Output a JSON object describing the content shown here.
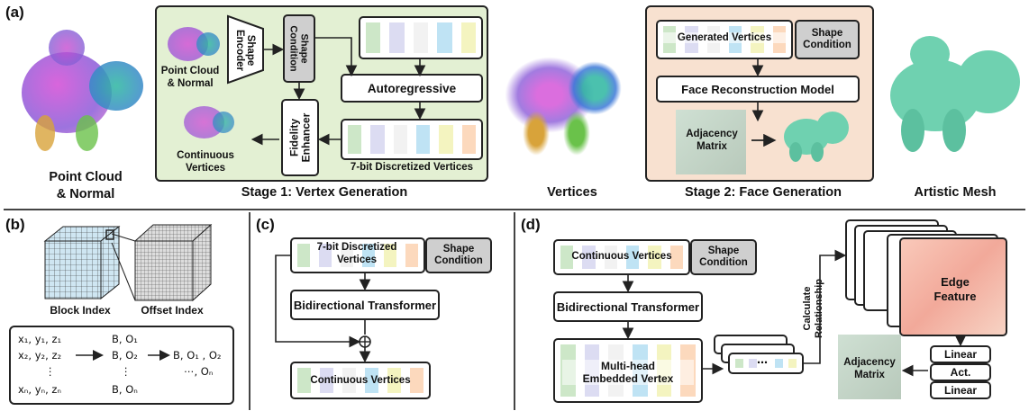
{
  "panels": {
    "a": "(a)",
    "b": "(b)",
    "c": "(c)",
    "d": "(d)"
  },
  "a": {
    "input_caption": "Point Cloud\n& Normal",
    "shape_encoder": "Shape\nEncoder",
    "shape_condition": "Shape\nCondition",
    "point_cloud_small": "Point Cloud\n& Normal",
    "autoregressive": "Autoregressive",
    "fidelity_enhancer": "Fidelity\nEnhancer",
    "continuous_vertices": "Continuous\nVertices",
    "discretized_vertices": "7-bit Discretized Vertices",
    "stage1": "Stage 1: Vertex Generation",
    "vertices_caption": "Vertices",
    "generated_vertices": "Generated Vertices",
    "shape_condition2": "Shape\nCondition",
    "face_reconstruction": "Face Reconstruction Model",
    "adjacency_matrix": "Adjacency\nMatrix",
    "stage2": "Stage 2: Face Generation",
    "artistic_mesh": "Artistic Mesh"
  },
  "b": {
    "block_index": "Block Index",
    "offset_index": "Offset Index",
    "rows": [
      {
        "xyz": "x₁, y₁, z₁",
        "bo": "B, O₁"
      },
      {
        "xyz": "x₂, y₂, z₂",
        "bo": "B, O₂"
      },
      {
        "xyz": "⋮",
        "bo": "⋮"
      },
      {
        "xyz": "xₙ, yₙ, zₙ",
        "bo": "B, Oₙ"
      }
    ],
    "result_line1": "B, O₁ , O₂",
    "result_line2": "⋯, Oₙ"
  },
  "c": {
    "discretized": "7-bit Discretized\nVertices",
    "shape_condition": "Shape\nCondition",
    "bidirectional": "Bidirectional Transformer",
    "continuous": "Continuous Vertices"
  },
  "d": {
    "continuous": "Continuous Vertices",
    "shape_condition": "Shape\nCondition",
    "bidirectional": "Bidirectional Transformer",
    "multihead": "Multi-head\nEmbedded Vertex",
    "calculate": "Calculate\nRelationship",
    "edge_feature": "Edge\nFeature",
    "linear1": "Linear",
    "act": "Act.",
    "linear2": "Linear",
    "adjacency": "Adjacency\nMatrix",
    "dots": "⋯"
  },
  "colors": {
    "stage1_bg": "#e3f0d3",
    "stage2_bg": "#f8e1d0",
    "mesh": "#6fd1b0",
    "stripes": [
      "#cde7c8",
      "#dcdcf2",
      "#f2f2f2",
      "#bfe3f4",
      "#f4f4c0",
      "#fcd9bd"
    ]
  }
}
